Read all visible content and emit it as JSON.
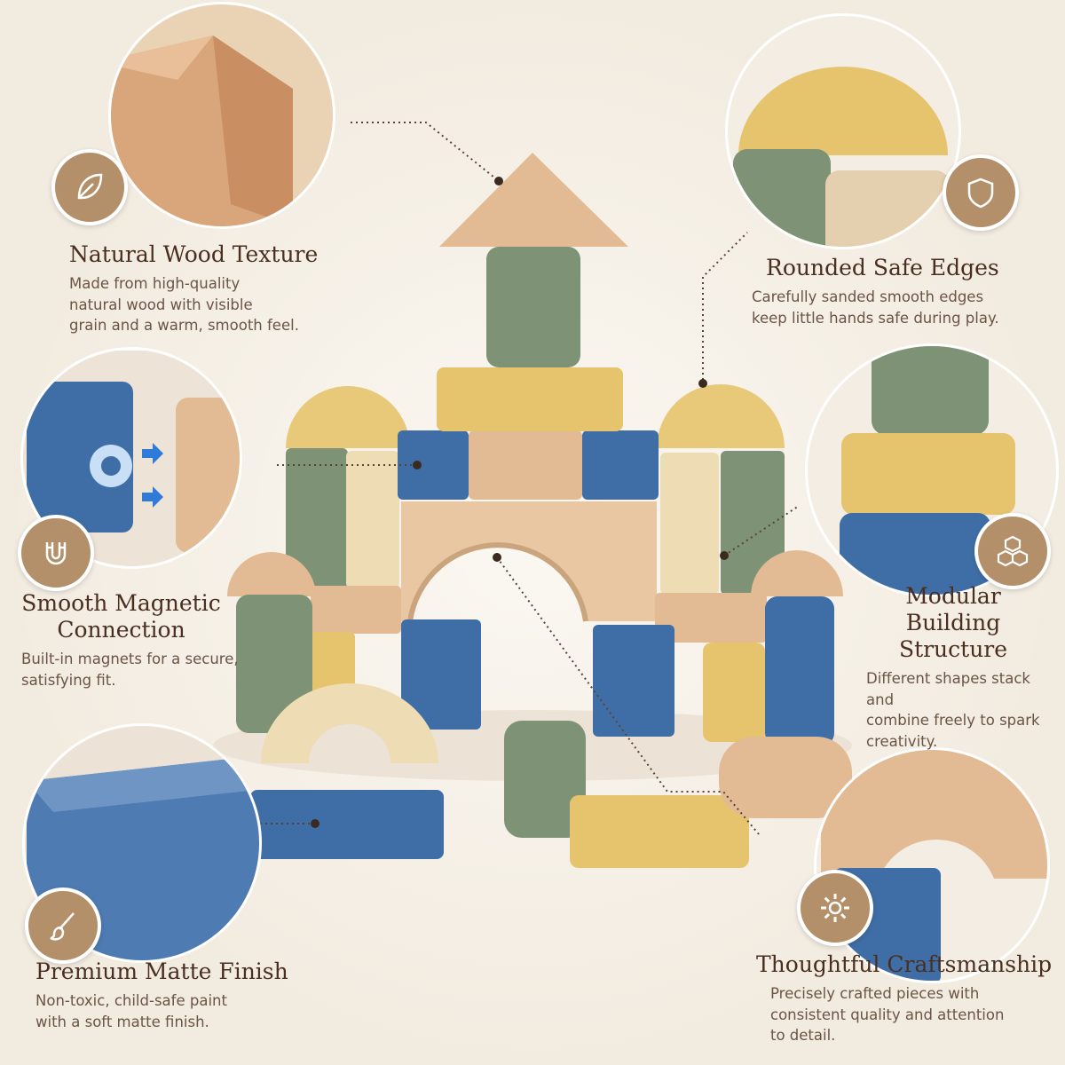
{
  "features": [
    {
      "title": "Natural Wood Texture",
      "desc": [
        "Made from high-quality",
        "natural wood with visible",
        "grain and a warm, smooth feel."
      ],
      "icon": "leaf-icon"
    },
    {
      "title": "Rounded Safe Edges",
      "desc": [
        "Carefully sanded smooth edges",
        "keep little hands safe during play."
      ],
      "icon": "shield-icon"
    },
    {
      "title": [
        "Smooth Magnetic",
        "Connection"
      ],
      "desc": [
        "Built-in magnets for a secure,",
        "satisfying fit."
      ],
      "icon": "magnet-icon"
    },
    {
      "title": [
        "Modular Building",
        "Structure"
      ],
      "desc": [
        "Different shapes stack and",
        "combine freely to spark",
        "creativity."
      ],
      "icon": "cubes-icon"
    },
    {
      "title": "Premium Matte Finish",
      "desc": [
        "Non-toxic, child-safe paint",
        "with a soft matte finish."
      ],
      "icon": "brush-icon"
    },
    {
      "title": "Thoughtful Craftsmanship",
      "desc": [
        "Precisely crafted pieces with",
        "consistent quality and attention",
        "to detail."
      ],
      "icon": "gear-icon"
    }
  ],
  "colors": {
    "background": "#f5efe6",
    "title": "#4a2e20",
    "text": "#6b5445",
    "badge": "#b39069",
    "wood": "#e2bb95",
    "blue": "#3f6ea6",
    "green": "#7e9275",
    "yellow": "#e6c46e",
    "cream": "#eedcb4"
  }
}
